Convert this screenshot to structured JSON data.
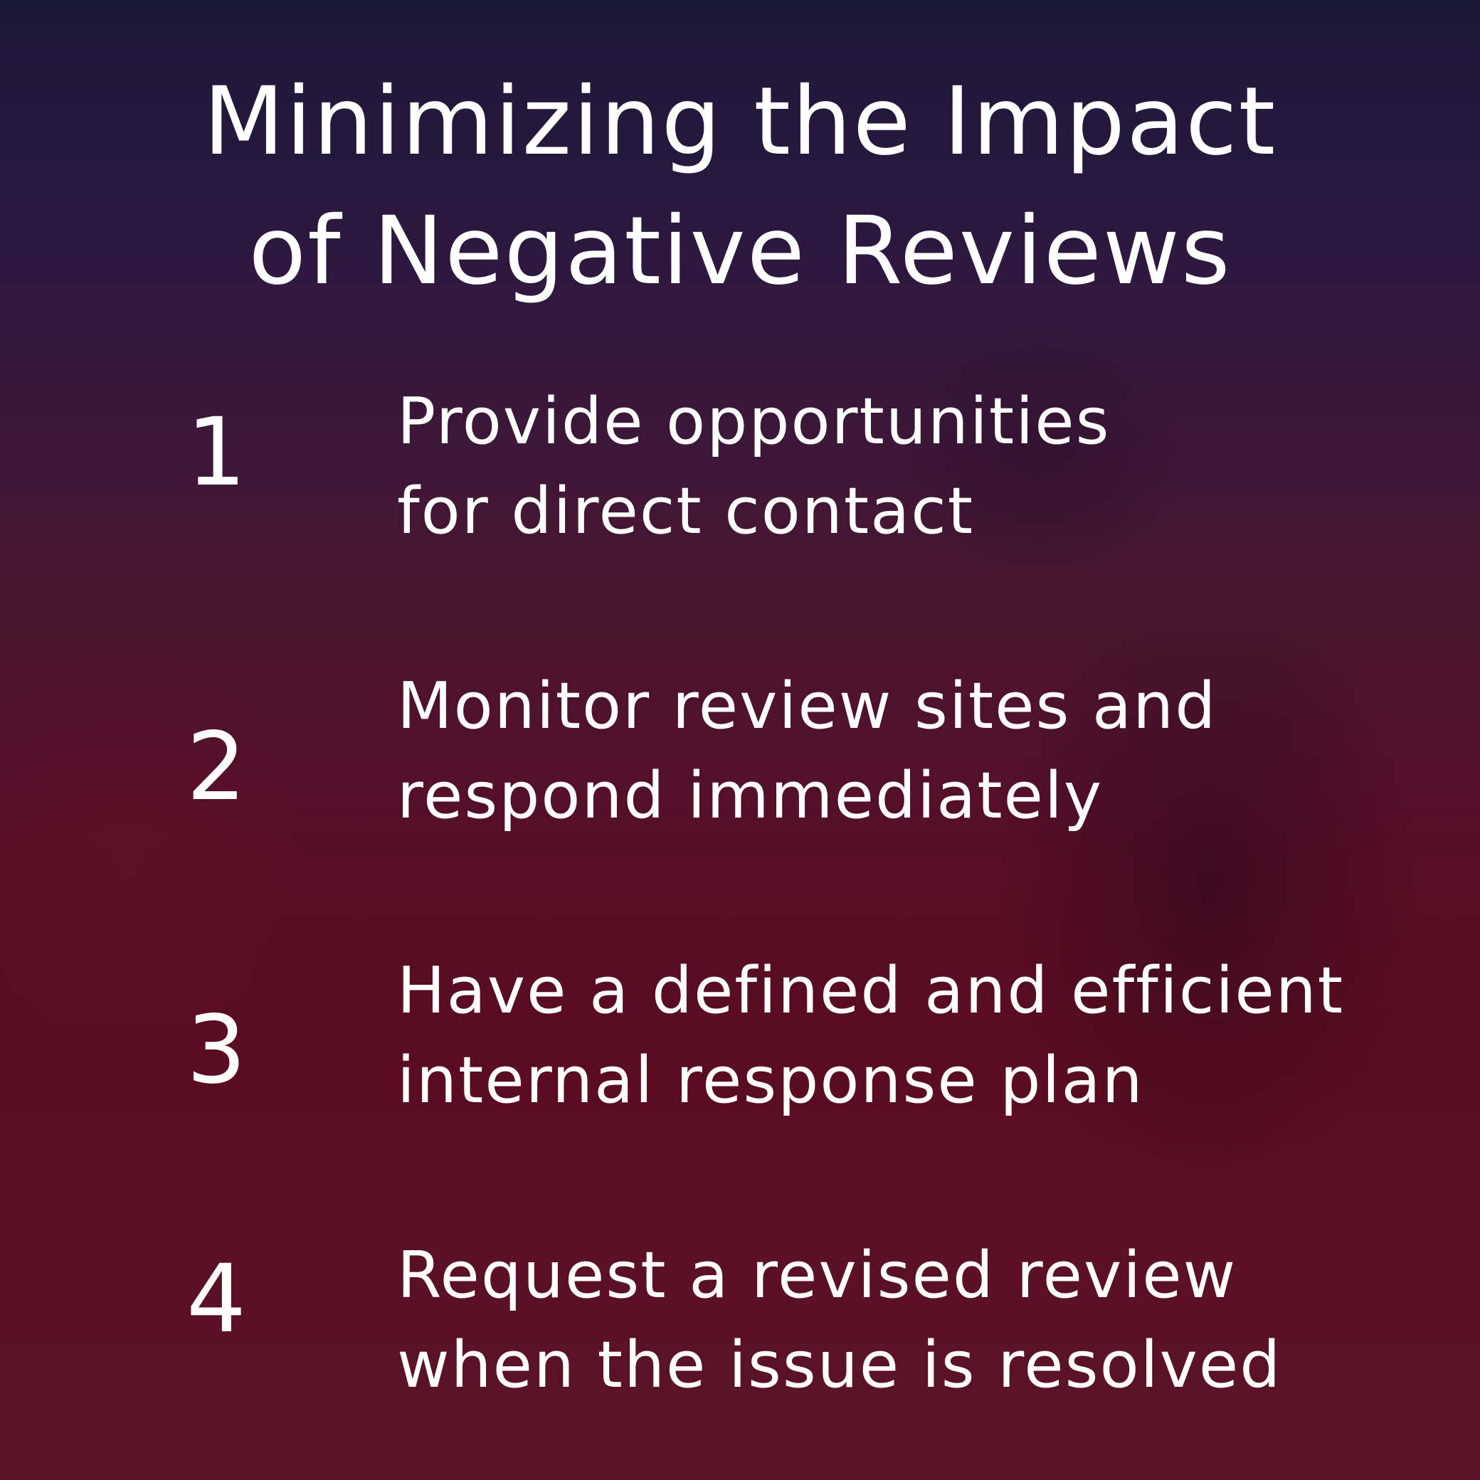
{
  "title": {
    "line1": "Minimizing the Impact",
    "line2": "of Negative Reviews"
  },
  "items": [
    {
      "number": "1",
      "line1": "Provide opportunities",
      "line2": "for direct contact"
    },
    {
      "number": "2",
      "line1": "Monitor review sites and",
      "line2": "respond immediately"
    },
    {
      "number": "3",
      "line1": "Have a defined and efficient",
      "line2": "internal response plan"
    },
    {
      "number": "4",
      "line1": "Request a revised review",
      "line2": "when the issue is resolved"
    }
  ]
}
